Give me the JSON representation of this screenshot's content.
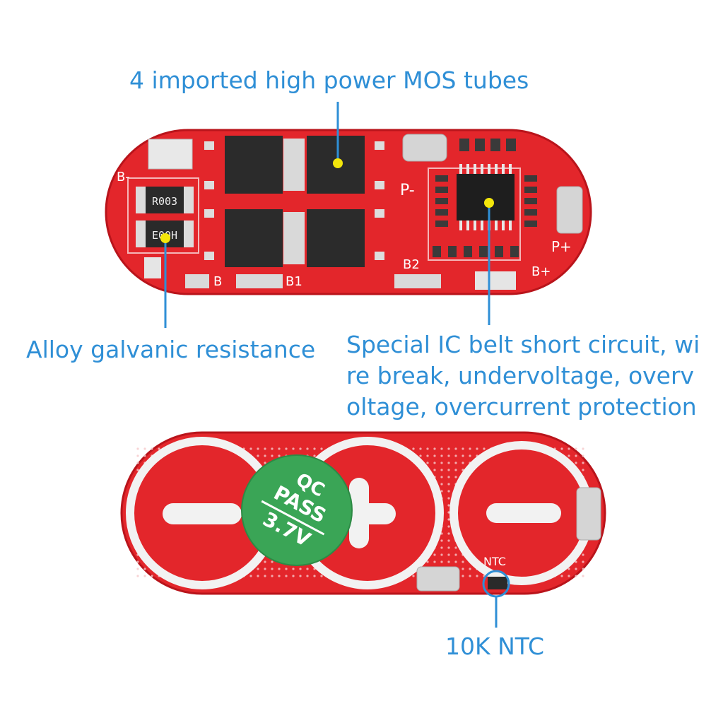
{
  "callouts": {
    "mos": "4 imported high power MOS tubes",
    "alloy": "Alloy galvanic resistance",
    "ic": "Special IC belt short circuit, wi\nre break, undervoltage, overv\noltage, overcurrent protection",
    "ntc": "10K NTC"
  },
  "board_front": {
    "resistor_top": "R003",
    "resistor_bottom": "E00H",
    "pad_b_minus": "B-",
    "pad_p_minus": "P-",
    "pad_p_plus": "P+",
    "pad_b": "B",
    "pad_b1": "B1",
    "pad_b2": "B2",
    "pad_b_plus": "B+"
  },
  "board_back": {
    "sticker_line1": "QC",
    "sticker_line2": "PASS",
    "sticker_line3": "3.7V",
    "ntc_label": "NTC"
  },
  "colors": {
    "callout": "#2f8fd6",
    "pcb_red": "#e3262b",
    "pcb_dark": "#b9141b",
    "sticker": "#3aa556",
    "marker_dot": "#f3e60b"
  }
}
